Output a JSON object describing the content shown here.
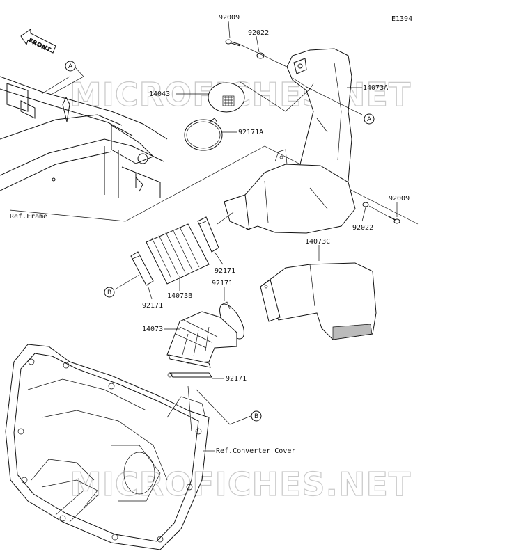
{
  "diagram_code": "E1394",
  "front_label": "FRONT",
  "watermark": "MICROFICHES.NET",
  "ref_labels": {
    "frame": "Ref.Frame",
    "converter_cover": "Ref.Converter Cover"
  },
  "part_labels": {
    "p92009_top": "92009",
    "p92022_top": "92022",
    "p14043": "14043",
    "p14073A": "14073A",
    "p92171A": "92171A",
    "p92009_right": "92009",
    "p92022_right": "92022",
    "p14073C": "14073C",
    "p92171_a": "92171",
    "p92171_b": "92171",
    "p14073B": "14073B",
    "p92171_c": "92171",
    "p14073": "14073",
    "p92171_d": "92171"
  },
  "callouts": {
    "a_top": "A",
    "a_right": "A",
    "b_left": "B",
    "b_bottom": "B"
  }
}
